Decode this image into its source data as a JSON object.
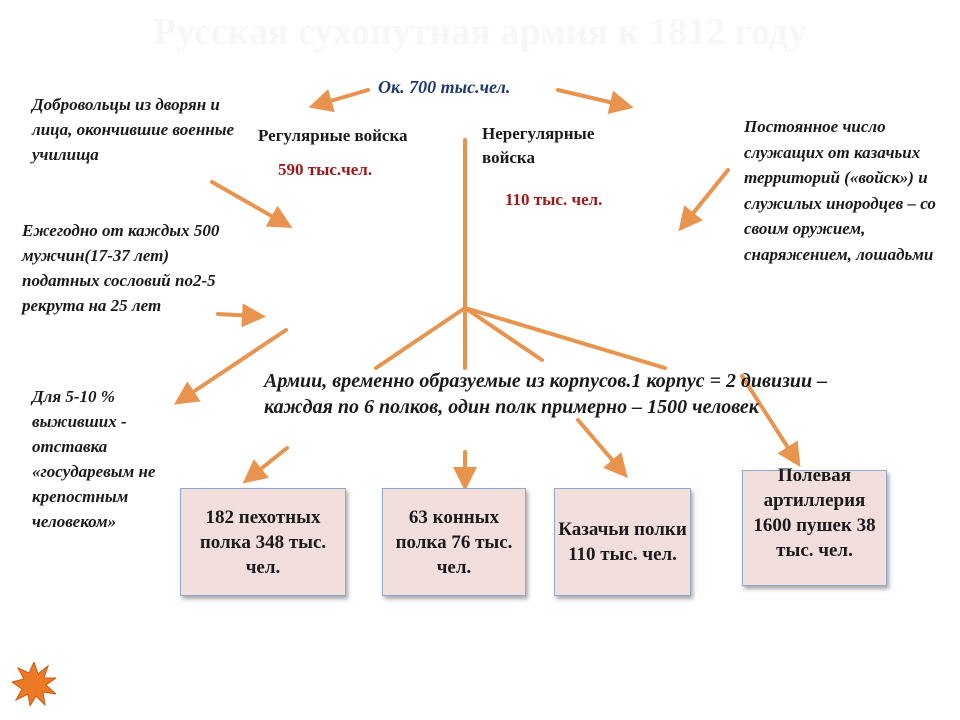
{
  "title": "Русская сухопутная армия к 1812 году",
  "total": "Ок.  700 тыс.чел.",
  "regular": {
    "label": "Регулярные войска",
    "count": "590 тыс.чел."
  },
  "irregular": {
    "label": "Нерегулярные войска",
    "count": "110 тыс. чел."
  },
  "left_notes": {
    "volunteers": "Добровольцы из дворян и лица, окончившие военные училища",
    "recruits": "Ежегодно от каждых 500 мужчин(17-37 лет) податных сословий по2-5 рекрута на 25 лет",
    "retirement": "Для 5-10 % выживших - отставка «государевым не крепостным человеком»"
  },
  "right_note": "Постоянное число служащих от казачьих территорий («войск») и служилых инородцев – со своим оружием, снаряжением, лошадьми",
  "armies": "Армии, временно образуемые из корпусов.1 корпус = 2 дивизии – каждая по 6 полков, один полк примерно – 1500 человек",
  "boxes": {
    "infantry": "182 пехотных полка 348 тыс. чел.",
    "cavalry": "63 конных полка 76 тыс. чел.",
    "cossack": "Казачьи полки 110 тыс. чел.",
    "artillery": "Полевая артиллерия 1600 пушек 38 тыс. чел."
  },
  "colors": {
    "arrow": "#e8944f",
    "box_fill": "#f3dede",
    "box_border": "#8eaac6",
    "red_text": "#a01818",
    "blue_text": "#1f3b6e"
  }
}
